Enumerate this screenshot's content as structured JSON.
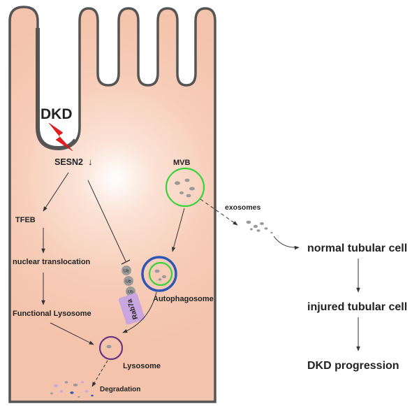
{
  "labels": {
    "dkd": "DKD",
    "sesn2": "SESN2",
    "sesn2_arrow": "↓",
    "tfeb": "TFEB",
    "nuclear_translocation": "nuclear translocation",
    "functional_lysosome": "Functional Lysosome",
    "mvb": "MVB",
    "exosomes": "exosomes",
    "autophagosome": "Autophagosome",
    "lysosome": "Lysosome",
    "degradation": "Degradation",
    "rab7a": "Rab7a",
    "ub": [
      "Ub",
      "Ub",
      "Ub"
    ],
    "normal_tubular_cell": "normal tubular cell",
    "injured_tubular_cell": "injured tubular cell",
    "dkd_progression": "DKD progression"
  },
  "colors": {
    "cell_fill": "#f7cdb8",
    "cell_outline": "#555555",
    "mvb_outline": "#3bd13b",
    "autophagosome_outer": "#2f55b5",
    "lysosome_outline": "#6b3580",
    "rab7a_fill": "#c9a6df",
    "lightning": "#e81e1e",
    "vesicle": "#9a9a9a"
  }
}
